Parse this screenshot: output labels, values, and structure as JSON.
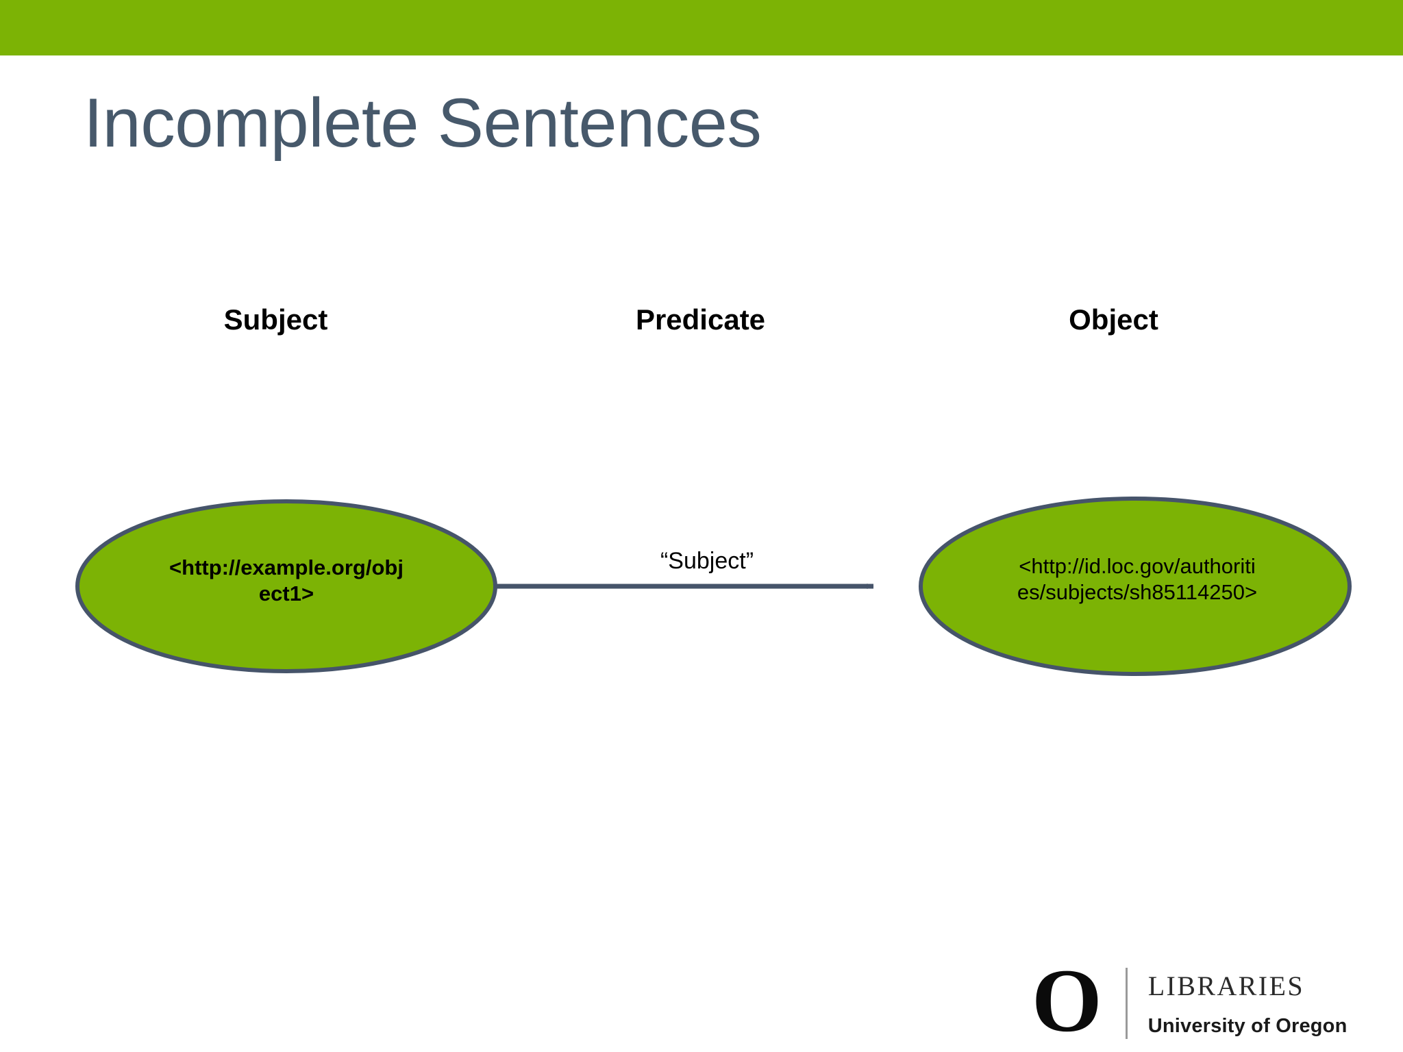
{
  "slide": {
    "title": "Incomplete Sentences",
    "accent_color": "#7cb305",
    "title_color": "#47596b",
    "background_color": "#ffffff"
  },
  "columns": {
    "subject": "Subject",
    "predicate": "Predicate",
    "object": "Object"
  },
  "diagram": {
    "type": "rdf-triple",
    "node_fill": "#7cb305",
    "node_stroke": "#46546a",
    "edge_color": "#46546a",
    "nodes": [
      {
        "id": "subject-node",
        "role": "subject",
        "label": "<http://example.org/object1>",
        "label_line1": "<http://example.org/obj",
        "label_line2": "ect1>",
        "bold": true
      },
      {
        "id": "object-node",
        "role": "object",
        "label": "<http://id.loc.gov/authorities/subjects/sh85114250>",
        "label_line1": "<http://id.loc.gov/authoriti",
        "label_line2": "es/subjects/sh85114250>",
        "bold": false
      }
    ],
    "edges": [
      {
        "id": "predicate-edge",
        "from": "subject-node",
        "to": "object-node",
        "label": "“Subject”",
        "arrowhead": "solid-triangle"
      }
    ]
  },
  "logo": {
    "mark": "O",
    "name": "LIBRARIES",
    "institution": "University of Oregon"
  }
}
